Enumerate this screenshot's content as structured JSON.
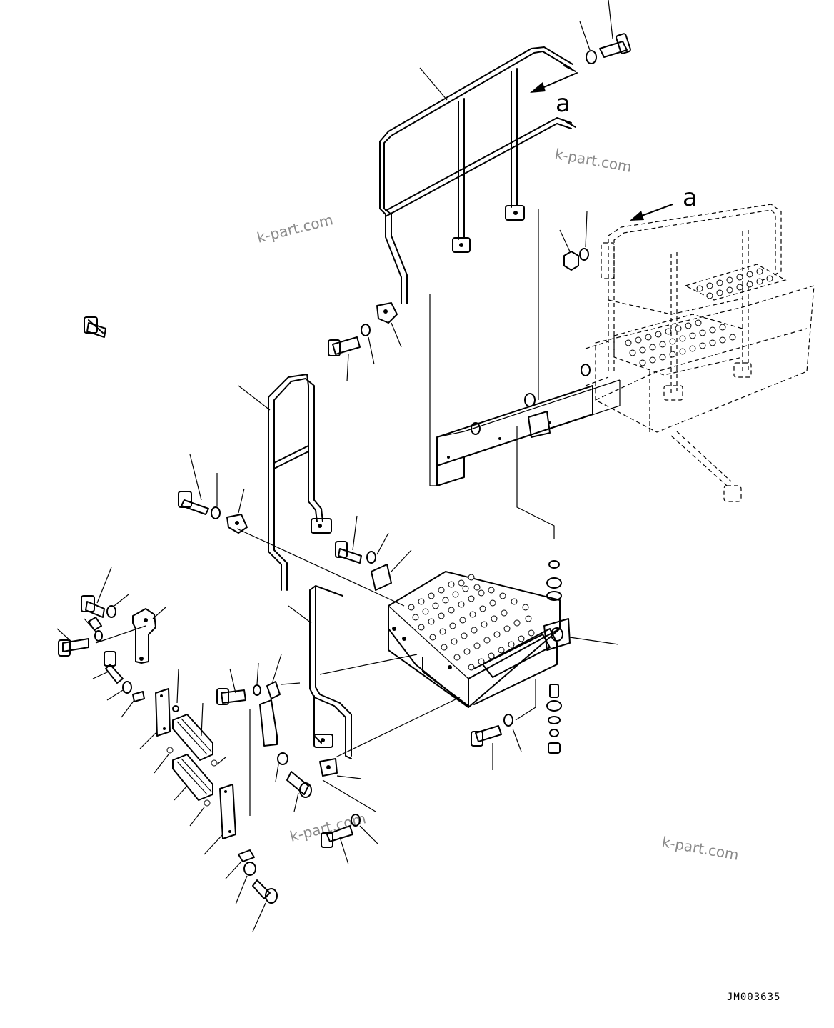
{
  "diagram": {
    "callout_marks": [
      "a",
      "a"
    ],
    "watermarks": [
      "k-part.com",
      "k-part.com",
      "k-part.com",
      "k-part.com"
    ],
    "drawing_code": "JM003635"
  }
}
